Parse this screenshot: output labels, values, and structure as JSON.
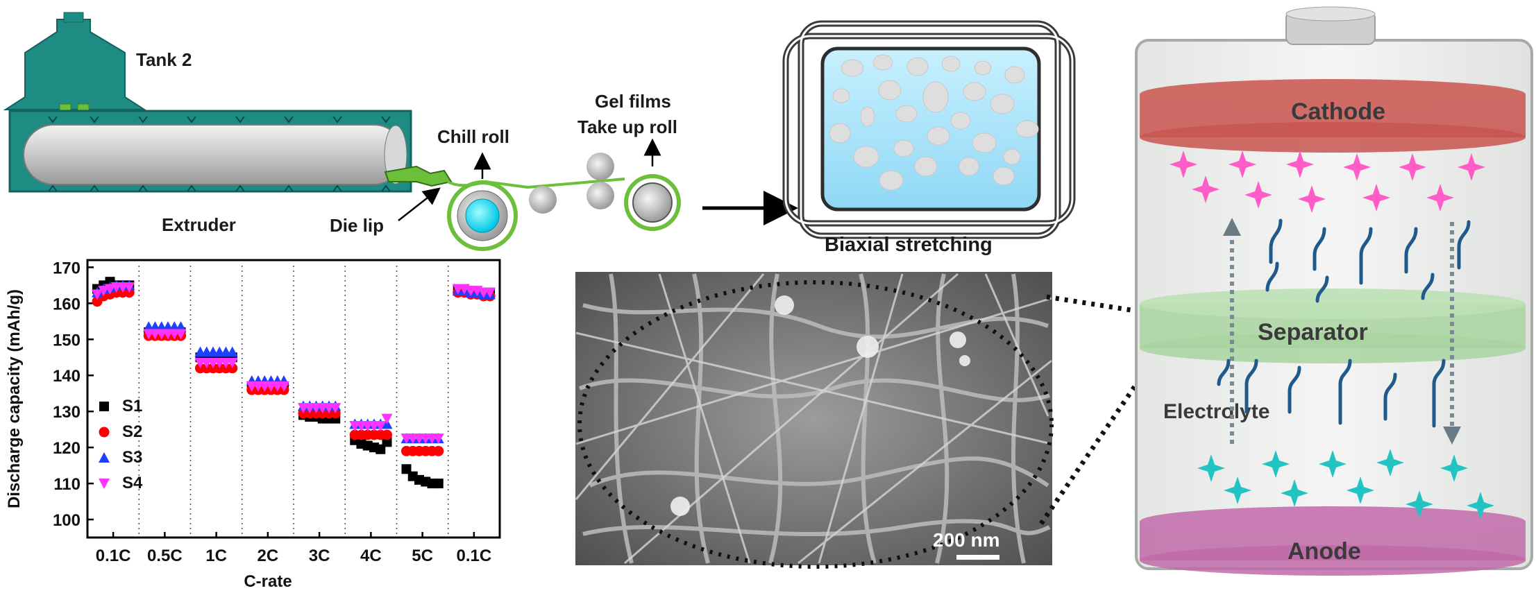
{
  "labels": {
    "tank": "Tank 2",
    "extruder": "Extruder",
    "die_lip": "Die lip",
    "chill_roll": "Chill roll",
    "gel_films": "Gel films",
    "take_up_roll": "Take up roll",
    "biaxial": "Biaxial stretching",
    "scale_bar": "200 nm"
  },
  "battery": {
    "cathode": "Cathode",
    "separator": "Separator",
    "electrolyte": "Electrolyte",
    "anode": "Anode"
  },
  "colors": {
    "machine": "#1f8c84",
    "cathode": "#c8544f",
    "separator": "#a8d3a0",
    "anode": "#bf6aa8",
    "cation": "#ff5cc8",
    "anion": "#22c3c3",
    "chain": "#1f5a8a"
  },
  "chart_data": {
    "type": "scatter",
    "xlabel": "C-rate",
    "ylabel": "Discharge capacity (mAh/g)",
    "ylim": [
      95,
      172
    ],
    "yticks": [
      100,
      110,
      120,
      130,
      140,
      150,
      160,
      170
    ],
    "categories": [
      "0.1C",
      "0.5C",
      "1C",
      "2C",
      "3C",
      "4C",
      "5C",
      "0.1C"
    ],
    "legend_position": "left-middle",
    "series": [
      {
        "name": "S1",
        "color": "#000000",
        "marker": "square",
        "values": [
          [
            164,
            165,
            166,
            165,
            165,
            165
          ],
          [
            152,
            152,
            152,
            152,
            152,
            152
          ],
          [
            145,
            145,
            145,
            145,
            145,
            145
          ],
          [
            137,
            137,
            137,
            137,
            137,
            137
          ],
          [
            129,
            128.5,
            128.5,
            128,
            128,
            128
          ],
          [
            122,
            121,
            120.5,
            120,
            119.5,
            121.5
          ],
          [
            114,
            112,
            111,
            110.5,
            110,
            110
          ],
          [
            164,
            163.5,
            163.5,
            163,
            163,
            163
          ]
        ]
      },
      {
        "name": "S2",
        "color": "#ff0000",
        "marker": "circle",
        "values": [
          [
            160.5,
            162,
            162.5,
            163,
            163,
            163
          ],
          [
            151,
            151,
            151,
            151,
            151,
            151
          ],
          [
            142,
            142,
            142,
            142,
            142,
            142
          ],
          [
            136,
            136,
            136,
            136,
            136,
            136
          ],
          [
            129.5,
            129.5,
            129.5,
            129.5,
            129.5,
            129.5
          ],
          [
            123.5,
            123.5,
            123.5,
            123.5,
            123.5,
            123.5
          ],
          [
            119,
            119,
            119,
            119,
            119,
            119
          ],
          [
            163,
            163,
            162.5,
            162.5,
            162,
            162
          ]
        ]
      },
      {
        "name": "S3",
        "color": "#1f3fff",
        "marker": "triangle-up",
        "values": [
          [
            163,
            164,
            164.5,
            165,
            165,
            165
          ],
          [
            153.5,
            153.5,
            153.5,
            153.5,
            153.5,
            153.5
          ],
          [
            146.5,
            146.5,
            146.5,
            146.5,
            146.5,
            146.5
          ],
          [
            138.5,
            138.5,
            138.5,
            138.5,
            138.5,
            138.5
          ],
          [
            131.5,
            131.5,
            131.5,
            131.5,
            131.5,
            131.5
          ],
          [
            126.5,
            126.5,
            126.5,
            126.5,
            126.5,
            126.5
          ],
          [
            122.5,
            122.5,
            122.5,
            122.5,
            122.5,
            122.5
          ],
          [
            163.5,
            163.5,
            163,
            163,
            162.5,
            162.5
          ]
        ]
      },
      {
        "name": "S4",
        "color": "#ff33ff",
        "marker": "triangle-down",
        "values": [
          [
            162.5,
            163.5,
            164,
            164.5,
            164.5,
            164.5
          ],
          [
            151.5,
            151.5,
            151.5,
            151.5,
            151.5,
            151.5
          ],
          [
            143.5,
            143.5,
            143.5,
            143.5,
            143.5,
            143.5
          ],
          [
            137,
            137,
            137,
            137,
            137,
            137
          ],
          [
            131,
            131,
            131,
            131,
            131,
            131
          ],
          [
            126,
            126,
            126,
            126,
            126,
            128
          ],
          [
            122.5,
            122.5,
            122.5,
            122.5,
            122.5,
            122.5
          ],
          [
            164,
            164,
            163.5,
            163.5,
            163,
            163
          ]
        ]
      }
    ]
  }
}
